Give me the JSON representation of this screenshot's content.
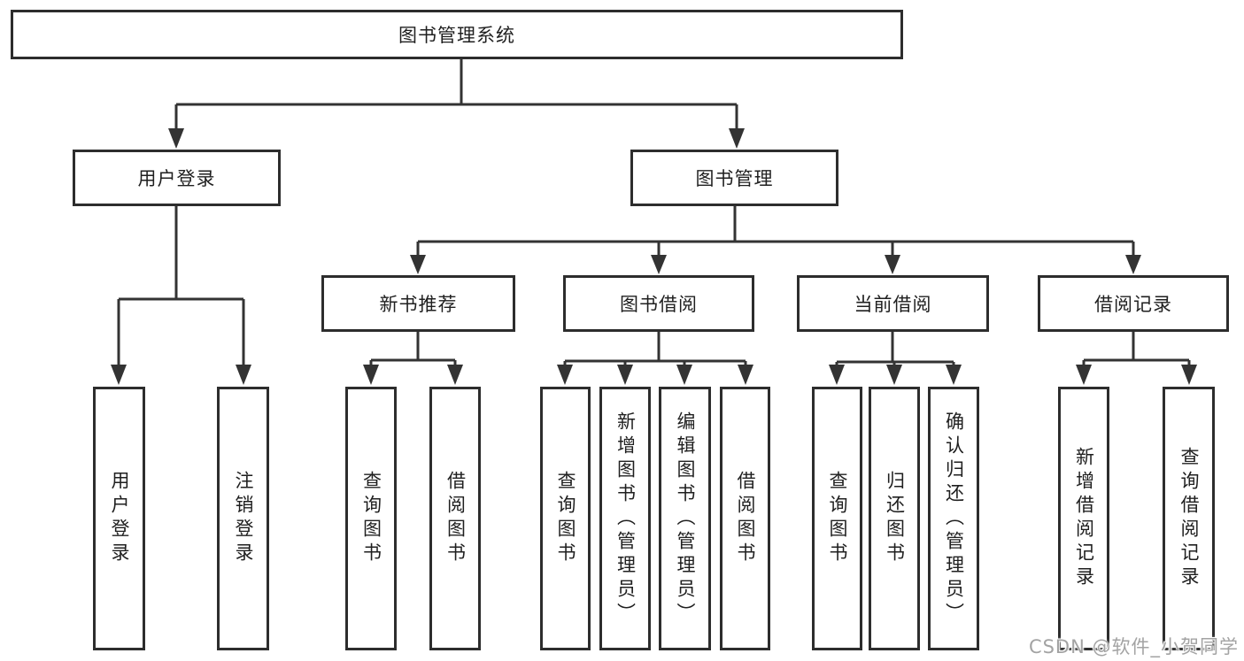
{
  "diagram": {
    "root": {
      "label": "图书管理系统"
    },
    "level2": [
      {
        "label": "用户登录"
      },
      {
        "label": "图书管理"
      }
    ],
    "level3": [
      {
        "label": "新书推荐"
      },
      {
        "label": "图书借阅"
      },
      {
        "label": "当前借阅"
      },
      {
        "label": "借阅记录"
      }
    ],
    "leaves": [
      {
        "label": "用户登录"
      },
      {
        "label": "注销登录"
      },
      {
        "label": "查询图书"
      },
      {
        "label": "借阅图书"
      },
      {
        "label": "查询图书"
      },
      {
        "label": "新增图书（管理员）"
      },
      {
        "label": "编辑图书（管理员）"
      },
      {
        "label": "借阅图书"
      },
      {
        "label": "查询图书"
      },
      {
        "label": "归还图书"
      },
      {
        "label": "确认归还（管理员）"
      },
      {
        "label": "新增借阅记录"
      },
      {
        "label": "查询借阅记录"
      }
    ],
    "colors": {
      "line": "#333333",
      "box_border": "#2d2d2d",
      "text": "#1f1f1f",
      "background": "#ffffff",
      "watermark_text": "#a3a3a3"
    }
  },
  "watermark": {
    "text": "CSDN @软件_小贺同学"
  }
}
